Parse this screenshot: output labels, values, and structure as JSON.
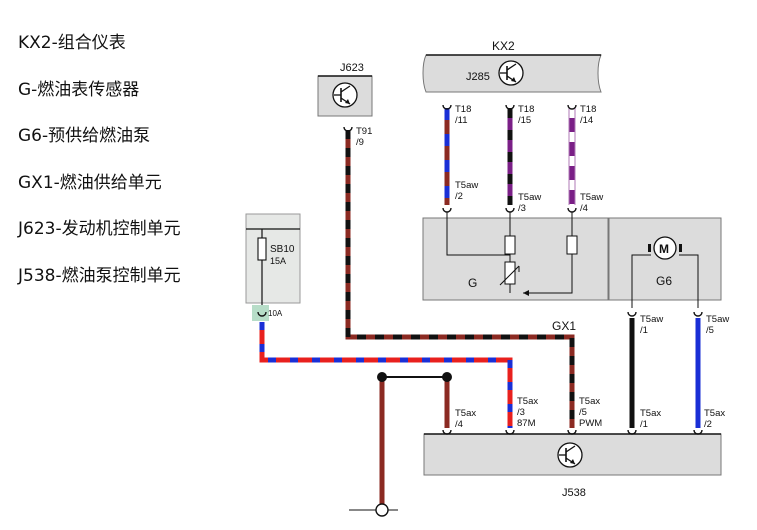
{
  "legend": [
    "KX2-组合仪表",
    "G-燃油表传感器",
    "G6-预供给燃油泵",
    "GX1-燃油供给单元",
    "J623-发动机控制单元",
    "J538-燃油泵控制单元"
  ],
  "components": {
    "kx2": "KX2",
    "j285": "J285",
    "j623": "J623",
    "g": "G",
    "g6": "G6",
    "gx1": "GX1",
    "j538": "J538",
    "fuse_name": "SB10",
    "fuse_rating": "15A"
  },
  "pins": {
    "t18_11": [
      "T18",
      "/11"
    ],
    "t18_15": [
      "T18",
      "/15"
    ],
    "t18_14": [
      "T18",
      "/14"
    ],
    "t91_9": [
      "T91",
      "/9"
    ],
    "t5aw_2": [
      "T5aw",
      "/2"
    ],
    "t5aw_3": [
      "T5aw",
      "/3"
    ],
    "t5aw_4": [
      "T5aw",
      "/4"
    ],
    "t5aw_1": [
      "T5aw",
      "/1"
    ],
    "t5aw_5": [
      "T5aw",
      "/5"
    ],
    "fuse_out": "10A",
    "t5ax_4": [
      "T5ax",
      "/4"
    ],
    "t5ax_3": [
      "T5ax",
      "/3",
      "87M"
    ],
    "t5ax_5": [
      "T5ax",
      "/5",
      "PWM"
    ],
    "t5ax_1": [
      "T5ax",
      "/1"
    ],
    "t5ax_2": [
      "T5ax",
      "/2"
    ]
  },
  "colors": {
    "red": "#e8201e",
    "blue": "#1a2fd6",
    "black": "#111111",
    "brown": "#8b2a22",
    "purple": "#7a1f86",
    "box_fill": "#dcdcdc",
    "fuse_fill": "#e6e8e6"
  }
}
